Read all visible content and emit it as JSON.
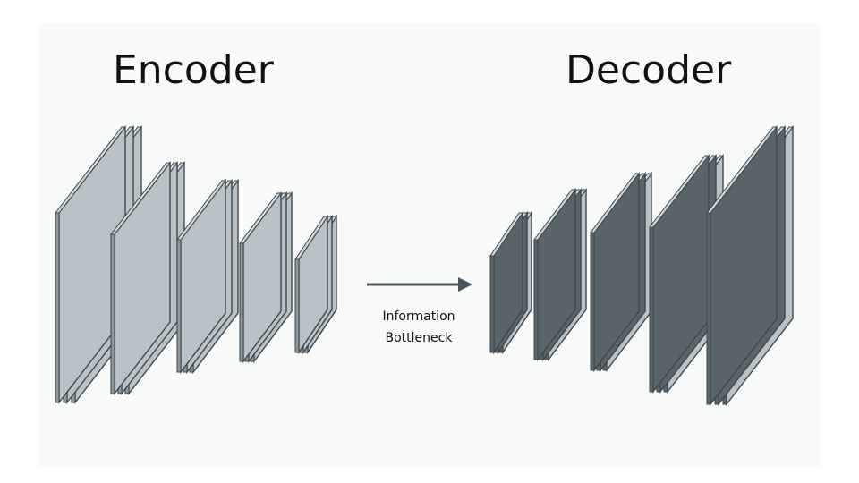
{
  "titles": {
    "encoder": "Encoder",
    "decoder": "Decoder"
  },
  "bottleneck": {
    "line1": "Information",
    "line2": "Bottleneck"
  },
  "colors": {
    "background": "#f8fafa",
    "sheet_face_light": "#b9c2c6",
    "sheet_face_dark": "#5a656b",
    "sheet_stroke": "#3e474c",
    "arrow": "#4a5358",
    "text": "#111111"
  },
  "structure": {
    "encoder_layers": 5,
    "decoder_layers": 5,
    "sheets_per_layer": 3
  }
}
